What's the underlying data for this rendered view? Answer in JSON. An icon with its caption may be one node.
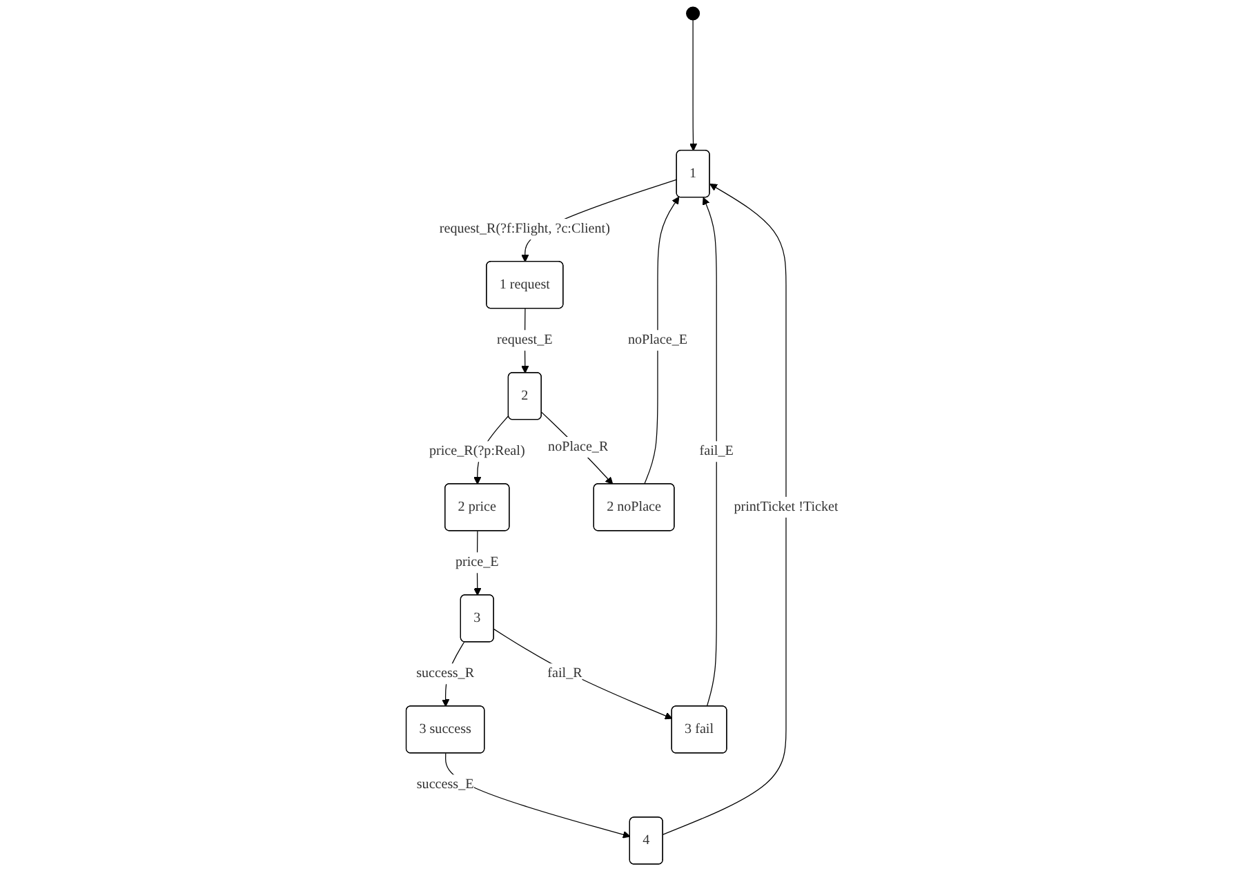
{
  "diagram": {
    "nodes": [
      {
        "text": [],
        "shape": "circle"
      },
      {
        "text": [
          "1"
        ]
      },
      {
        "text": [
          "1 request"
        ]
      },
      {
        "text": [
          "2"
        ]
      },
      {
        "text": [
          "2 price"
        ]
      },
      {
        "text": [
          "2 noPlace"
        ]
      },
      {
        "text": [
          "3"
        ]
      },
      {
        "text": [
          "3 success"
        ]
      },
      {
        "text": [
          "3 fail"
        ]
      },
      {
        "text": [
          "4"
        ]
      }
    ],
    "edges": [
      {
        "from": 0,
        "to": 1,
        "arrow": "to"
      },
      {
        "from": 1,
        "to": 2,
        "arrow": "to",
        "label": "request_R(?f:Flight, ?c:Client)"
      },
      {
        "from": 2,
        "to": 3,
        "arrow": "to",
        "label": "request_E"
      },
      {
        "from": 3,
        "to": 4,
        "arrow": "to",
        "label": "price_R(?p:Real)"
      },
      {
        "from": 3,
        "to": 5,
        "arrow": "to",
        "label": "noPlace_R"
      },
      {
        "from": 5,
        "to": 1,
        "arrow": "to",
        "label": "noPlace_E"
      },
      {
        "from": 4,
        "to": 6,
        "arrow": "to",
        "label": "price_E"
      },
      {
        "from": 6,
        "to": 7,
        "arrow": "to",
        "label": "success_R"
      },
      {
        "from": 6,
        "to": 8,
        "arrow": "to",
        "label": "fail_R"
      },
      {
        "from": 8,
        "to": 1,
        "arrow": "to",
        "label": "fail_E"
      },
      {
        "from": 7,
        "to": 9,
        "arrow": "to",
        "label": "success_E"
      },
      {
        "from": 9,
        "to": 1,
        "arrow": "to",
        "label": "printTicket !Ticket"
      }
    ]
  }
}
